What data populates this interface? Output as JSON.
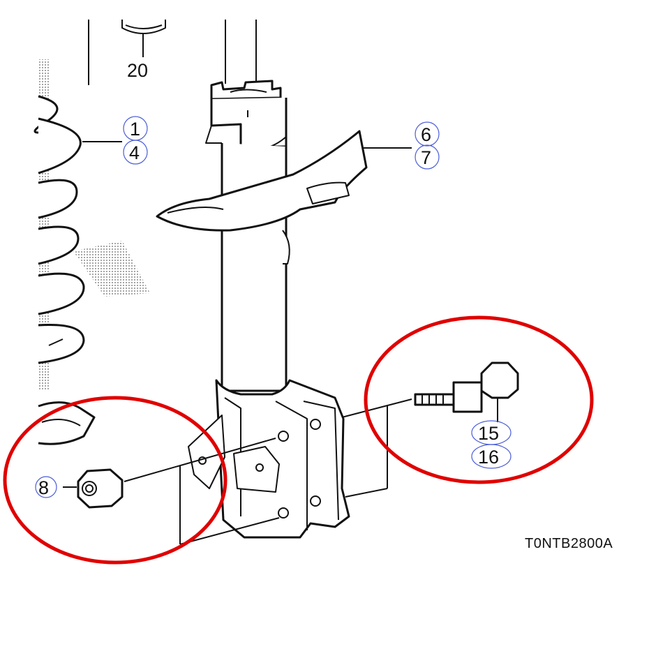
{
  "diagram": {
    "parts": [
      {
        "id": "p20",
        "label": "20"
      },
      {
        "id": "p1",
        "label": "1"
      },
      {
        "id": "p4",
        "label": "4"
      },
      {
        "id": "p6",
        "label": "6"
      },
      {
        "id": "p7",
        "label": "7"
      },
      {
        "id": "p8",
        "label": "8"
      },
      {
        "id": "p15",
        "label": "15"
      },
      {
        "id": "p16",
        "label": "16"
      }
    ],
    "drawing_code": "T0NTB2800A",
    "highlight_color": "#e00000",
    "callout_ring_color": "#4a5cd8"
  }
}
